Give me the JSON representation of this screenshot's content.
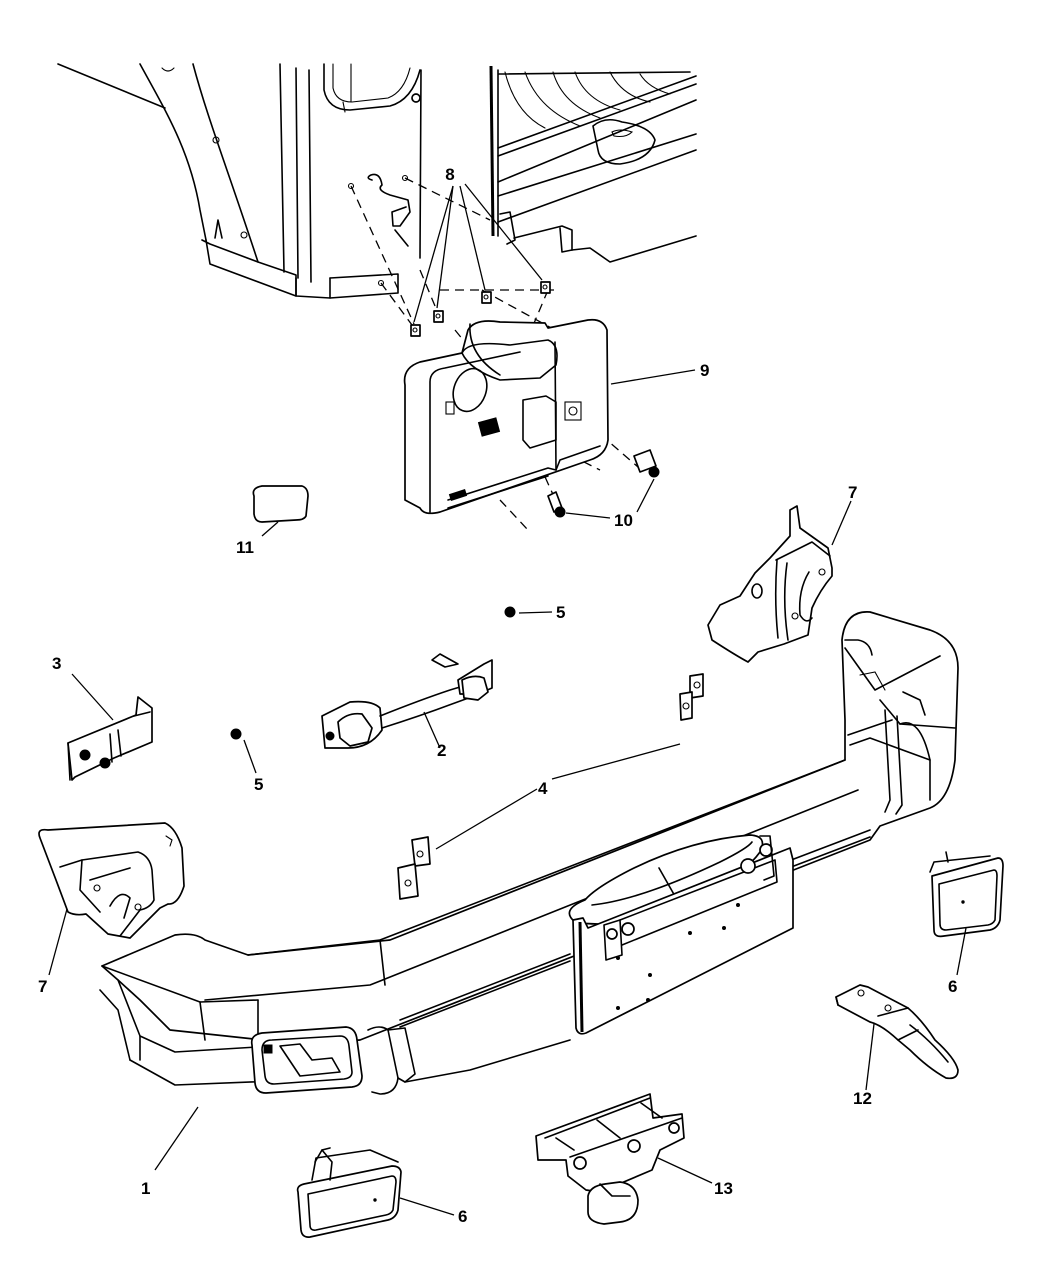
{
  "diagram": {
    "title": "Rear bumper assembly – exploded parts view",
    "background_color": "#ffffff",
    "line_color": "#000000",
    "callouts": [
      {
        "id": "callout-1",
        "label": "1"
      },
      {
        "id": "callout-2",
        "label": "2"
      },
      {
        "id": "callout-3",
        "label": "3"
      },
      {
        "id": "callout-4",
        "label": "4"
      },
      {
        "id": "callout-5a",
        "label": "5"
      },
      {
        "id": "callout-5b",
        "label": "5"
      },
      {
        "id": "callout-6a",
        "label": "6"
      },
      {
        "id": "callout-6b",
        "label": "6"
      },
      {
        "id": "callout-7a",
        "label": "7"
      },
      {
        "id": "callout-7b",
        "label": "7"
      },
      {
        "id": "callout-8",
        "label": "8"
      },
      {
        "id": "callout-9",
        "label": "9"
      },
      {
        "id": "callout-10",
        "label": "10"
      },
      {
        "id": "callout-11",
        "label": "11"
      },
      {
        "id": "callout-12",
        "label": "12"
      },
      {
        "id": "callout-13",
        "label": "13"
      }
    ],
    "parts": [
      {
        "callout": "1",
        "part": "rear-bumper"
      },
      {
        "callout": "2",
        "part": "license-lamp-wiring-harness"
      },
      {
        "callout": "3",
        "part": "bumper-bracket"
      },
      {
        "callout": "4",
        "part": "bracket-plate"
      },
      {
        "callout": "5",
        "part": "nut"
      },
      {
        "callout": "6",
        "part": "lamp"
      },
      {
        "callout": "7",
        "part": "bumper-end-bracket"
      },
      {
        "callout": "8",
        "part": "clip-nut"
      },
      {
        "callout": "9",
        "part": "license-plate-bracket"
      },
      {
        "callout": "10",
        "part": "bolt"
      },
      {
        "callout": "11",
        "part": "lens-pad"
      },
      {
        "callout": "12",
        "part": "tow-strap-loop"
      },
      {
        "callout": "13",
        "part": "tow-hook"
      }
    ]
  }
}
